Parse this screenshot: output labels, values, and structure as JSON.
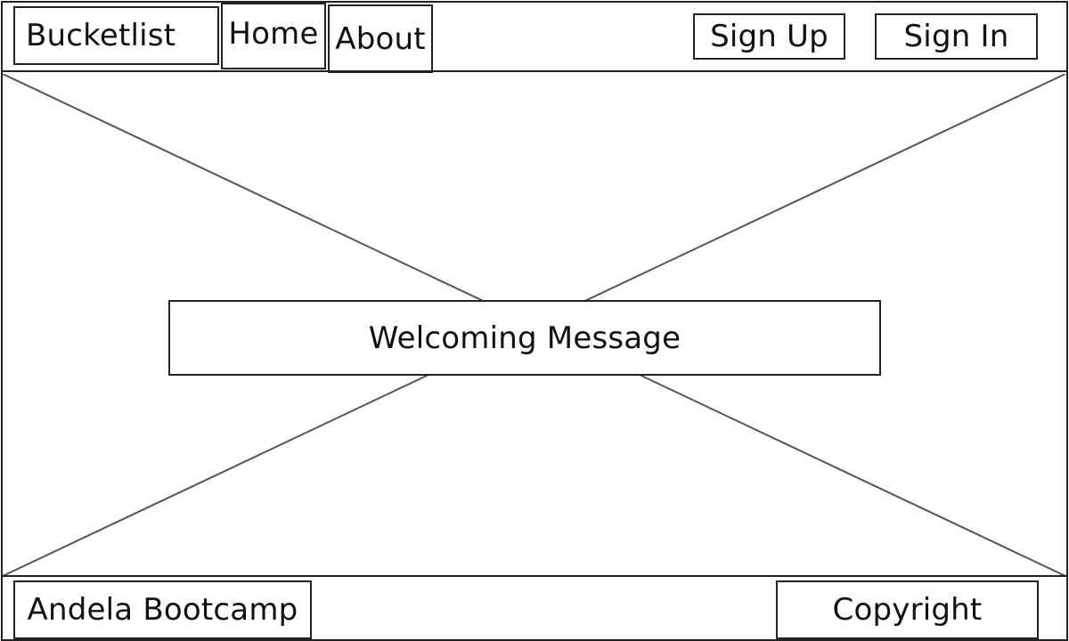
{
  "header": {
    "brand_label": "Bucketlist",
    "nav": [
      {
        "label": "Home"
      },
      {
        "label": "About"
      }
    ],
    "sign_up_label": "Sign Up",
    "sign_in_label": "Sign In"
  },
  "hero": {
    "welcome_message": "Welcoming Message"
  },
  "footer": {
    "left_label": "Andela Bootcamp",
    "right_label": "Copyright"
  },
  "icons": [
    "image-placeholder-icon"
  ]
}
